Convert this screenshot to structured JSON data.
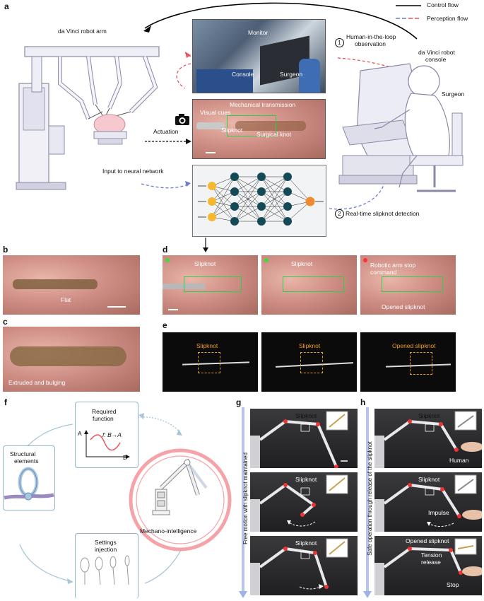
{
  "panels": {
    "a": {
      "letter": "a",
      "legend": {
        "control": "Control flow",
        "perception": "Perception flow",
        "control_color": "#000000",
        "perception_color": "#e8525a",
        "perception_color2": "#6b78d6"
      },
      "robot_arm_label": "da Vinci robot arm",
      "monitor_label": "Monitor",
      "console_label": "Console",
      "surgeon_photo_label": "Surgeon",
      "human_loop_num": "1",
      "human_loop_label_1": "Human-in-the-loop",
      "human_loop_label_2": "observation",
      "robot_console_label_1": "da Vinci robot",
      "robot_console_label_2": "console",
      "surgeon_label": "Surgeon",
      "mech_trans_label": "Mechanical transmission",
      "visual_cues_label": "Visual cues",
      "slipknot_label": "Slipknot",
      "surgical_knot_label": "Surgical knot",
      "actuation_label": "Actuation",
      "input_nn_label": "Input to neural network",
      "detection_num": "2",
      "detection_label": "Real-time slipknot detection",
      "camera_icon": "camera-icon"
    },
    "b": {
      "letter": "b",
      "label": "Flat"
    },
    "c": {
      "letter": "c",
      "label": "Extruded and bulging"
    },
    "d": {
      "letter": "d",
      "label1": "Slipknot",
      "label2": "Slipknot",
      "label3a": "Robotic arm stop",
      "label3b": "command",
      "label4": "Opened slipknot",
      "dot_green": "#3ddc3d",
      "dot_red": "#ff3030"
    },
    "e": {
      "letter": "e",
      "label1": "Slipknot",
      "label2": "Slipknot",
      "label3": "Opened slipknot"
    },
    "f": {
      "letter": "f",
      "required_1": "Required",
      "required_2": "function",
      "func_label": "f: B→A",
      "axis_a": "A",
      "axis_b": "B",
      "structural_1": "Structural",
      "structural_2": "elements",
      "settings_1": "Settings",
      "settings_2": "injection",
      "mechano": "Mechano-intelligence"
    },
    "g": {
      "letter": "g",
      "side_label": "Free motion with slipknot maintained",
      "knot1": "Slipknot",
      "knot2": "Slipknot",
      "knot3": "Slipknot"
    },
    "h": {
      "letter": "h",
      "side_label": "Safe operation through release of the slipknot",
      "knot1": "Slipknot",
      "knot2": "Slipknot",
      "knot3": "Opened slipknot",
      "human": "Human",
      "impulse": "Impulse",
      "tension_1": "Tension",
      "tension_2": "release",
      "stop": "Stop"
    }
  }
}
